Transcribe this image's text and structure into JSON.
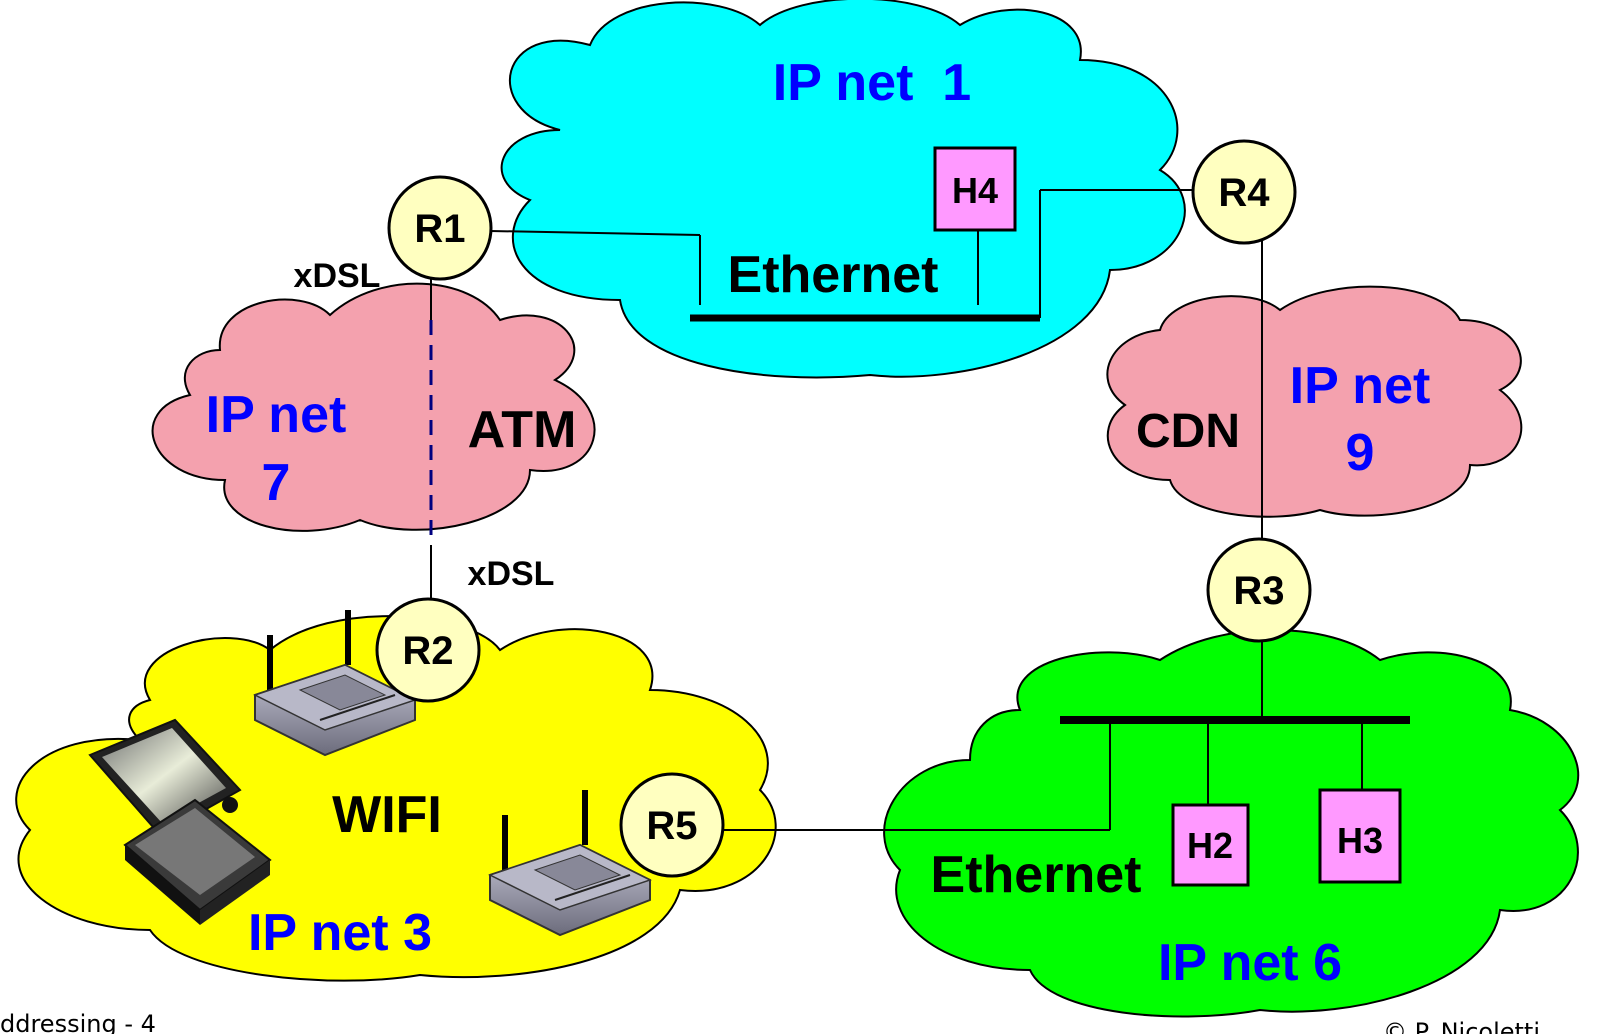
{
  "networks": {
    "net1": {
      "label": "IP net  1",
      "medium": "Ethernet"
    },
    "net7": {
      "label_line1": "IP net",
      "label_line2": "7",
      "medium": "ATM"
    },
    "net9": {
      "label_line1": "IP net",
      "label_line2": "9",
      "medium": "CDN"
    },
    "net3": {
      "label": "IP net 3",
      "medium": "WIFI"
    },
    "net6": {
      "label": "IP net 6",
      "medium": "Ethernet"
    }
  },
  "links": {
    "xdsl_top": "xDSL",
    "xdsl_bottom": "xDSL"
  },
  "routers": {
    "r1": "R1",
    "r2": "R2",
    "r3": "R3",
    "r4": "R4",
    "r5": "R5"
  },
  "hosts": {
    "h2": "H2",
    "h3": "H3",
    "h4": "H4"
  },
  "footer": {
    "left": "ddressing - 4",
    "right": "© P. Nicoletti"
  },
  "colors": {
    "net1": "#00ffff",
    "net7": "#f4a1ae",
    "net9": "#f4a1ae",
    "net3": "#ffff00",
    "net6": "#00ff00",
    "router": "#ffffc0",
    "host": "#ff99ff",
    "label_blue": "#0000ff"
  }
}
